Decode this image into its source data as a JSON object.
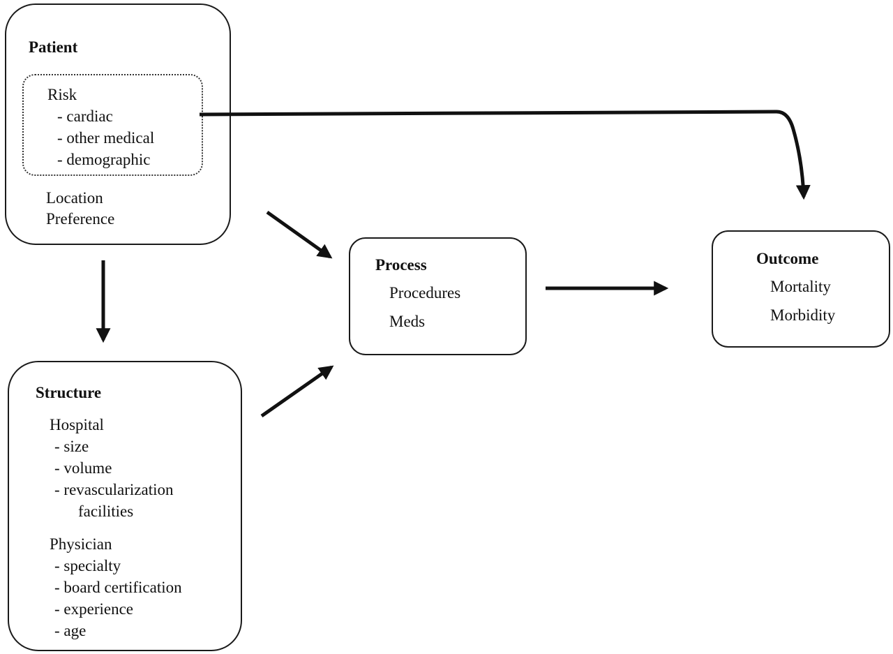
{
  "patient": {
    "title": "Patient",
    "risk": {
      "title": "Risk",
      "items": [
        "- cardiac",
        "- other medical",
        "- demographic"
      ]
    },
    "other": [
      "Location",
      "Preference"
    ]
  },
  "structure": {
    "title": "Structure",
    "hospital": {
      "title": "Hospital",
      "items": [
        "- size",
        "- volume",
        "- revascularization",
        "facilities"
      ]
    },
    "physician": {
      "title": "Physician",
      "items": [
        "- specialty",
        "- board certification",
        "- experience",
        "- age"
      ]
    }
  },
  "process": {
    "title": "Process",
    "items": [
      "Procedures",
      "Meds"
    ]
  },
  "outcome": {
    "title": "Outcome",
    "items": [
      "Mortality",
      "Morbidity"
    ]
  },
  "colors": {
    "stroke": "#111111",
    "background": "#ffffff"
  }
}
